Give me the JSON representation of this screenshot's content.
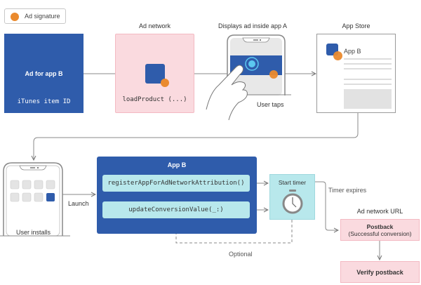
{
  "legend": {
    "label": "Ad signature",
    "icon": "orange-dot-icon"
  },
  "ad_for_app_b": {
    "title": "Ad for app B",
    "identifier": "iTunes item ID"
  },
  "ad_network": {
    "heading": "Ad network",
    "call": "loadProduct (...)"
  },
  "app_a": {
    "heading": "Displays ad inside app A",
    "caption": "User taps"
  },
  "app_store": {
    "heading": "App Store",
    "app_name": "App B"
  },
  "install": {
    "caption": "User installs",
    "launch_label": "Launch"
  },
  "app_b": {
    "title": "App B",
    "functions": [
      "registerAppForAdNetworkAttribution()",
      "updateConversionValue(_:)"
    ]
  },
  "timer": {
    "title": "Start timer",
    "expires_label": "Timer expires",
    "optional_label": "Optional"
  },
  "postback": {
    "heading": "Ad network URL",
    "title": "Postback",
    "subtitle": "(Successful conversion)"
  },
  "verify": {
    "label": "Verify postback"
  },
  "colors": {
    "blue": "#2f5cab",
    "orange": "#ea8a2e",
    "pink": "#fadadf",
    "cyan": "#b8e8ec"
  }
}
